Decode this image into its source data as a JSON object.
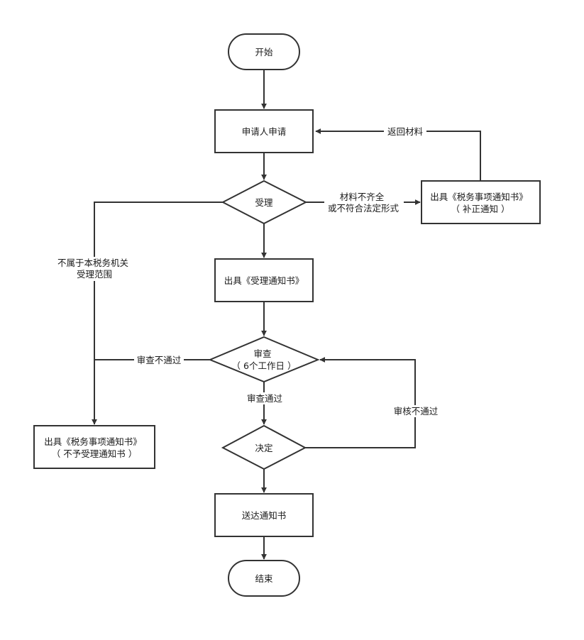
{
  "nodes": {
    "start": {
      "lines": [
        "开始"
      ]
    },
    "apply": {
      "lines": [
        "申请人申请"
      ]
    },
    "accept": {
      "lines": [
        "受理"
      ]
    },
    "notice_supplement": {
      "lines": [
        "出具《税务事项通知书》",
        "（ 补正通知 ）"
      ]
    },
    "notice_accept": {
      "lines": [
        "出具《受理通知书》"
      ]
    },
    "review": {
      "lines": [
        "审查",
        "（ 6个工作日 ）"
      ]
    },
    "notice_reject": {
      "lines": [
        "出具《税务事项通知书》",
        "（ 不予受理通知书 ）"
      ]
    },
    "decide": {
      "lines": [
        "决定"
      ]
    },
    "deliver": {
      "lines": [
        "送达通知书"
      ]
    },
    "end": {
      "lines": [
        "结束"
      ]
    }
  },
  "edge_labels": {
    "return_materials": {
      "lines": [
        "返回材料"
      ]
    },
    "incomplete": {
      "lines": [
        "材料不齐全",
        "或不符合法定形式"
      ]
    },
    "not_jurisdiction": {
      "lines": [
        "不属于本税务机关",
        "受理范围"
      ]
    },
    "review_fail": {
      "lines": [
        "审查不通过"
      ]
    },
    "review_pass": {
      "lines": [
        "审查通过"
      ]
    },
    "audit_fail": {
      "lines": [
        "审核不通过"
      ]
    }
  }
}
